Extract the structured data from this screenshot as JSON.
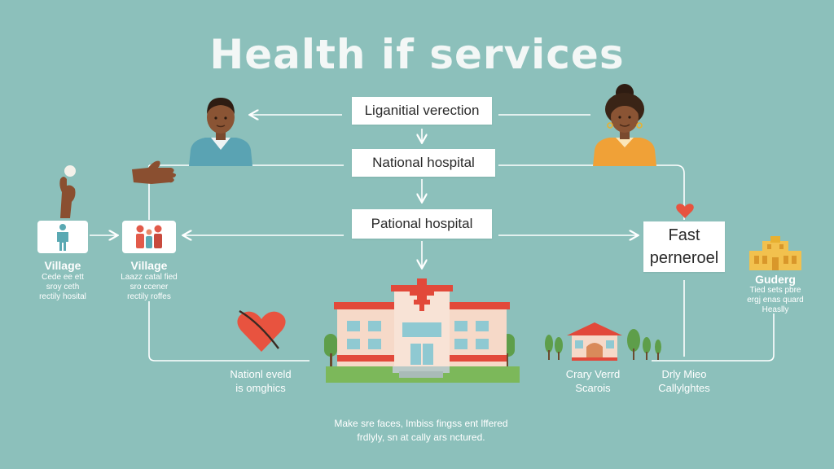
{
  "title": "Health if services",
  "nodes": {
    "top": "Liganitial verection",
    "national": "National hospital",
    "pational": "Pational hospital",
    "fast_line1": "Fast",
    "fast_line2": "perneroel"
  },
  "village1": {
    "title": "Village",
    "line1": "Cede ee ett",
    "line2": "sroy ceth",
    "line3": "rectily hosital"
  },
  "village2": {
    "title": "Village",
    "line1": "Laazz catal fied",
    "line2": "sro ccener",
    "line3": "rectily roffes"
  },
  "guderg": {
    "title": "Guderg",
    "line1": "Tied sets pbre",
    "line2": "ergj enas quard",
    "line3": "Heaslly"
  },
  "captions": {
    "natl_line1": "Nationl eveld",
    "natl_line2": "is omghics",
    "crary_line1": "Crary Verrd",
    "crary_line2": "Scarois",
    "drly_line1": "Drly Mieo",
    "drly_line2": "Callylghtes"
  },
  "footnote": {
    "line1": "Make sre faces, lmbiss fingss ent lffered",
    "line2": "frdlyly, sn at cally ars nctured."
  },
  "colors": {
    "background": "#8cc0bb",
    "line": "#ffffff",
    "heart": "#e8533f",
    "hospital_roof": "#e2493a",
    "hospital_wall": "#f6d9c8",
    "window": "#8fc9d2",
    "grass": "#7cb85a",
    "man_shirt": "#5aa3b3",
    "woman_shirt": "#f0a137",
    "building_yellow": "#f2c14e"
  },
  "icons": [
    "man-avatar",
    "woman-avatar",
    "hand-icon",
    "hand-holding-pill-icon",
    "person-icon",
    "family-icon",
    "heart-icon",
    "broken-heart-icon",
    "hospital-icon",
    "clinic-icon",
    "tree-icon",
    "building-icon"
  ]
}
